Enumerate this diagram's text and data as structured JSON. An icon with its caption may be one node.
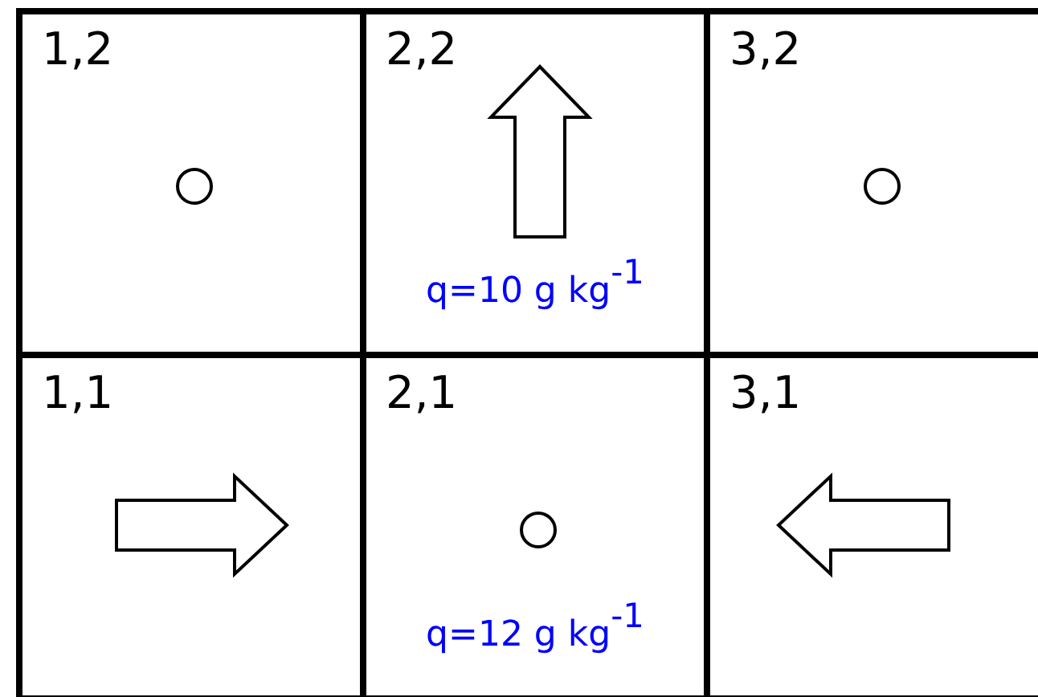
{
  "diagram": {
    "nodes": [
      {
        "text": [
          "1,2"
        ]
      },
      {
        "text": [
          "2,2",
          "q=10 g kg$^{-1}$"
        ]
      },
      {
        "text": [
          "3,2"
        ]
      },
      {
        "text": [
          "1,1"
        ]
      },
      {
        "text": [
          "2,1",
          "q=12 g kg$^{-1}$"
        ]
      },
      {
        "text": [
          "3,1"
        ]
      }
    ],
    "edges": []
  }
}
